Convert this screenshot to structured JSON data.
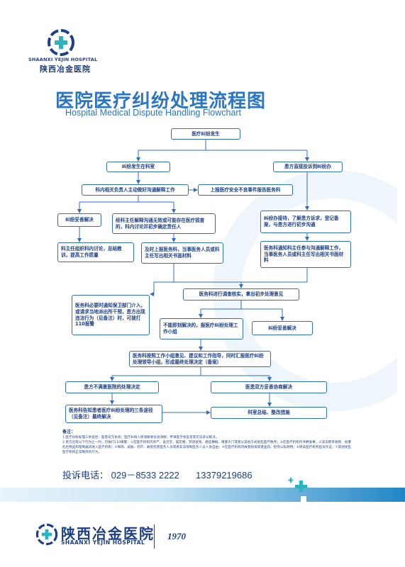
{
  "header": {
    "logo_en": "SHAANXI YEJIN HOSPITAL",
    "logo_cn": "陕西冶金医院"
  },
  "title": {
    "cn": "医院医疗纠纷处理流程图",
    "en": "Hospital Medical Dispute Handling Flowchart"
  },
  "flow": {
    "start": "医疗纠纷发生",
    "branch_dept": "纠纷发生在科室",
    "branch_office": "患方直接投诉到纠纷办",
    "dept_communicate": "科内相关负责人主动做好沟通解释工作",
    "report_safety": "上报医疗安全不良事件报告医务科",
    "dept_resolved": "纠纷妥善解决",
    "dept_escalate": "经科主任解释沟通无效或可能存在医疗损害的，科内讨论并初步确定责任人",
    "office_receive": "纠纷办接待，了解患方诉求，登记备案，与患方进行初步沟通",
    "dept_discuss": "科主任组织科内讨论，总结教训，提高工作质量",
    "report_medical": "及时上报医务科，当事医务人员或科主任写出相关书面材料",
    "office_notify": "医务科通知科主任参与沟通解释工作，当事医务人员或科主任写出相关书面材料",
    "security": "医务科必要时通知保卫部门介入，或请求当地派出所干预，患方出现违法行为（见备注）时，可拨打110报警",
    "investigate": "医务科进行调查核实，拿出初步处理意见",
    "cannot_resolve": "不能即刻解决的，报医疗纠纷处理工作小组",
    "resolved2": "纠纷妥善解决",
    "group_opinion": "医务科按照工作小组意见、建议和工作指导，同时汇报医疗纠纷处理领导小组，形成最终处理决定（备案）",
    "dissatisfied": "患方不满意医院的处理决定",
    "agreement": "医患双方妥善协商解决",
    "inform_channels": "医务科告知患者医疗纠纷处理的三条途径（见备注）最终解决",
    "summary": "科室总结、整改措施"
  },
  "notes": {
    "title": "备注：",
    "lines": [
      "1.医疗纠纷处理三条途径：医患双方协商；医疗纠纷人民调解委员会调解；申请医学会鉴定或司法诉讼解决。",
      "2.患方出现以下行为之一时，可拨打110报警：①在医疗机构内停尸、设灵堂、摆花圈、焚烧纸钱、悬挂横幅、堵塞大门或者以其他方式扰乱医疗秩序；②在医疗机构内寻衅滋事；③非法携带易燃、易爆危险物品和管制器具进入医疗机构；④侮辱、威胁、恐吓、故意伤害医务人员或者非法限制医务人员人身自由；⑤在医疗机构内故意损毁或者盗窃、抢夺公私财物；⑥倒卖医疗机构挂号凭证；⑦其他扰乱医疗机构正常秩序的行为。"
    ]
  },
  "hotline": {
    "label": "投诉电话：",
    "phone1": "029－8533 2222",
    "phone2": "13379219686"
  },
  "footer": {
    "logo_cn": "陕西冶金医院",
    "logo_en": "SHAANXI YEJIN HOSPITAL",
    "years": "1970"
  },
  "colors": {
    "primary": "#2b75c5",
    "navy": "#1c3f86",
    "teal": "#2bb3c0",
    "band_end": "#1f86c6"
  }
}
